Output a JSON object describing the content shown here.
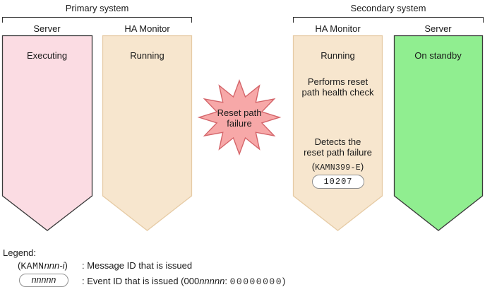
{
  "colors": {
    "primary_server_fill": "#fbdce3",
    "ha_monitor_fill": "#f7e6ce",
    "secondary_server_fill": "#90ee90",
    "burst_fill": "#f7a8a8",
    "burst_stroke": "#d4656a"
  },
  "primary_system": {
    "title": "Primary system",
    "server_label": "Server",
    "server_status": "Executing",
    "ha_label": "HA Monitor",
    "ha_status": "Running"
  },
  "secondary_system": {
    "title": "Secondary system",
    "ha_label": "HA Monitor",
    "ha_status": "Running",
    "ha_action1_line1": "Performs reset",
    "ha_action1_line2": "path health check",
    "ha_action2_line1": "Detects the",
    "ha_action2_line2": "reset path failure",
    "message_id_open": "(",
    "message_id": "KAMN399-E",
    "message_id_close": ")",
    "event_id": "10207",
    "server_label": "Server",
    "server_status": "On standby"
  },
  "burst": {
    "line1": "Reset path",
    "line2": "failure"
  },
  "legend": {
    "title": "Legend:",
    "message_row": {
      "open": "(",
      "mono": "KAMN",
      "italic": "nnn-i",
      "close": ")",
      "description": ": Message ID that is issued"
    },
    "event_row": {
      "pill_text": "nnnnn",
      "description_start": ": Event ID that is issued (000",
      "italic": "nnnnn",
      "separator": ": ",
      "mono": "00000000",
      "description_end": ")"
    }
  }
}
